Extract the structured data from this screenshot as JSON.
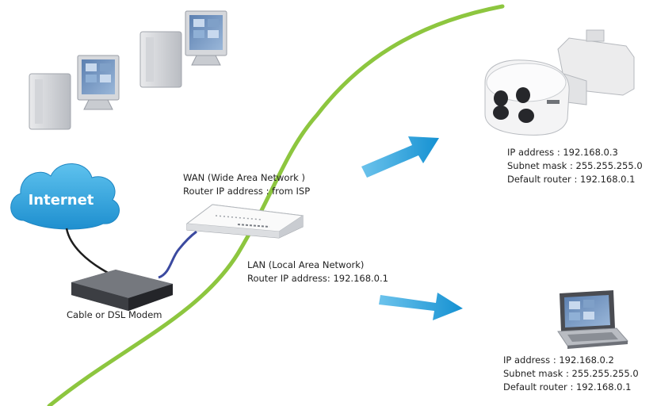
{
  "internet": {
    "label": "Internet"
  },
  "modem": {
    "label": "Cable or DSL Modem"
  },
  "wan": {
    "title": "WAN (Wide Area Network )",
    "router_ip": "Router IP address : from ISP"
  },
  "lan": {
    "title": "LAN (Local Area Network)",
    "router_ip": "Router IP address: 192.168.0.1"
  },
  "camera": {
    "ip": "IP address : 192.168.0.3",
    "subnet": "Subnet mask : 255.255.255.0",
    "router": "Default router : 192.168.0.1"
  },
  "laptop": {
    "ip": "IP address : 192.168.0.2",
    "subnet": "Subnet mask : 255.255.255.0",
    "router": "Default router : 192.168.0.1"
  },
  "colors": {
    "divider": "#8dc63f",
    "arrow": "#1b9ad6",
    "cloud": "#2ea7dd",
    "cable_blue": "#3b4aa0"
  }
}
